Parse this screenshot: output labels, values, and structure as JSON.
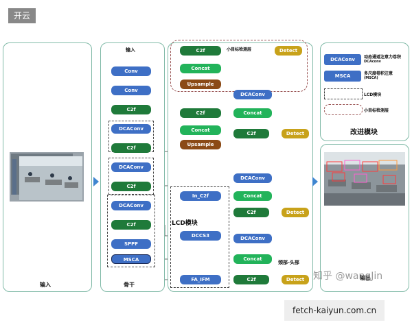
{
  "header_tag": "开云",
  "watermark_site": "fetch-kaiyun.com.cn",
  "watermark_author": "知乎 @wangJin",
  "left_panel": {
    "caption": "输入"
  },
  "backbone": {
    "top_label": "输入",
    "caption": "骨干",
    "nodes": [
      "Conv",
      "Conv",
      "C2f",
      "DCAConv",
      "C2f",
      "DCAConv",
      "C2f",
      "DCAConv",
      "C2f",
      "SPPF",
      "MSCA"
    ]
  },
  "neck": {
    "small_target_label": "小目标检测层",
    "lcd_label": "LCD模块",
    "neck_head_label": "颈部-头部",
    "col1": {
      "c2f_top": "C2f",
      "concat_top": "Concat",
      "upsample_top": "Upsample",
      "c2f_mid": "C2f",
      "concat_mid": "Concat",
      "upsample_mid": "Upsample",
      "in_c2f": "In_C2f",
      "dccs3": "DCCS3",
      "fa_ifm": "FA_IFM"
    },
    "col2": {
      "dcaconv1": "DCAConv",
      "concat1": "Concat",
      "c2f1": "C2f",
      "dcaconv2": "DCAConv",
      "concat2": "Concat",
      "c2f2": "C2f",
      "dcaconv3": "DCAConv",
      "concat3": "Concat",
      "c2f3": "C2f"
    },
    "detect": [
      "Detect",
      "Detect",
      "Detect",
      "Detect"
    ]
  },
  "legend": {
    "items": [
      {
        "box": "DCAConv",
        "text": "动态通道注意力卷积",
        "sub": "DCAconv"
      },
      {
        "box": "MSCA",
        "text": "多尺度卷积注意",
        "sub": "(MSCA)"
      },
      {
        "text": "LCD模块"
      },
      {
        "text": "小目标检测层"
      }
    ],
    "caption": "改进模块"
  },
  "right_panel": {
    "caption": "输出"
  }
}
